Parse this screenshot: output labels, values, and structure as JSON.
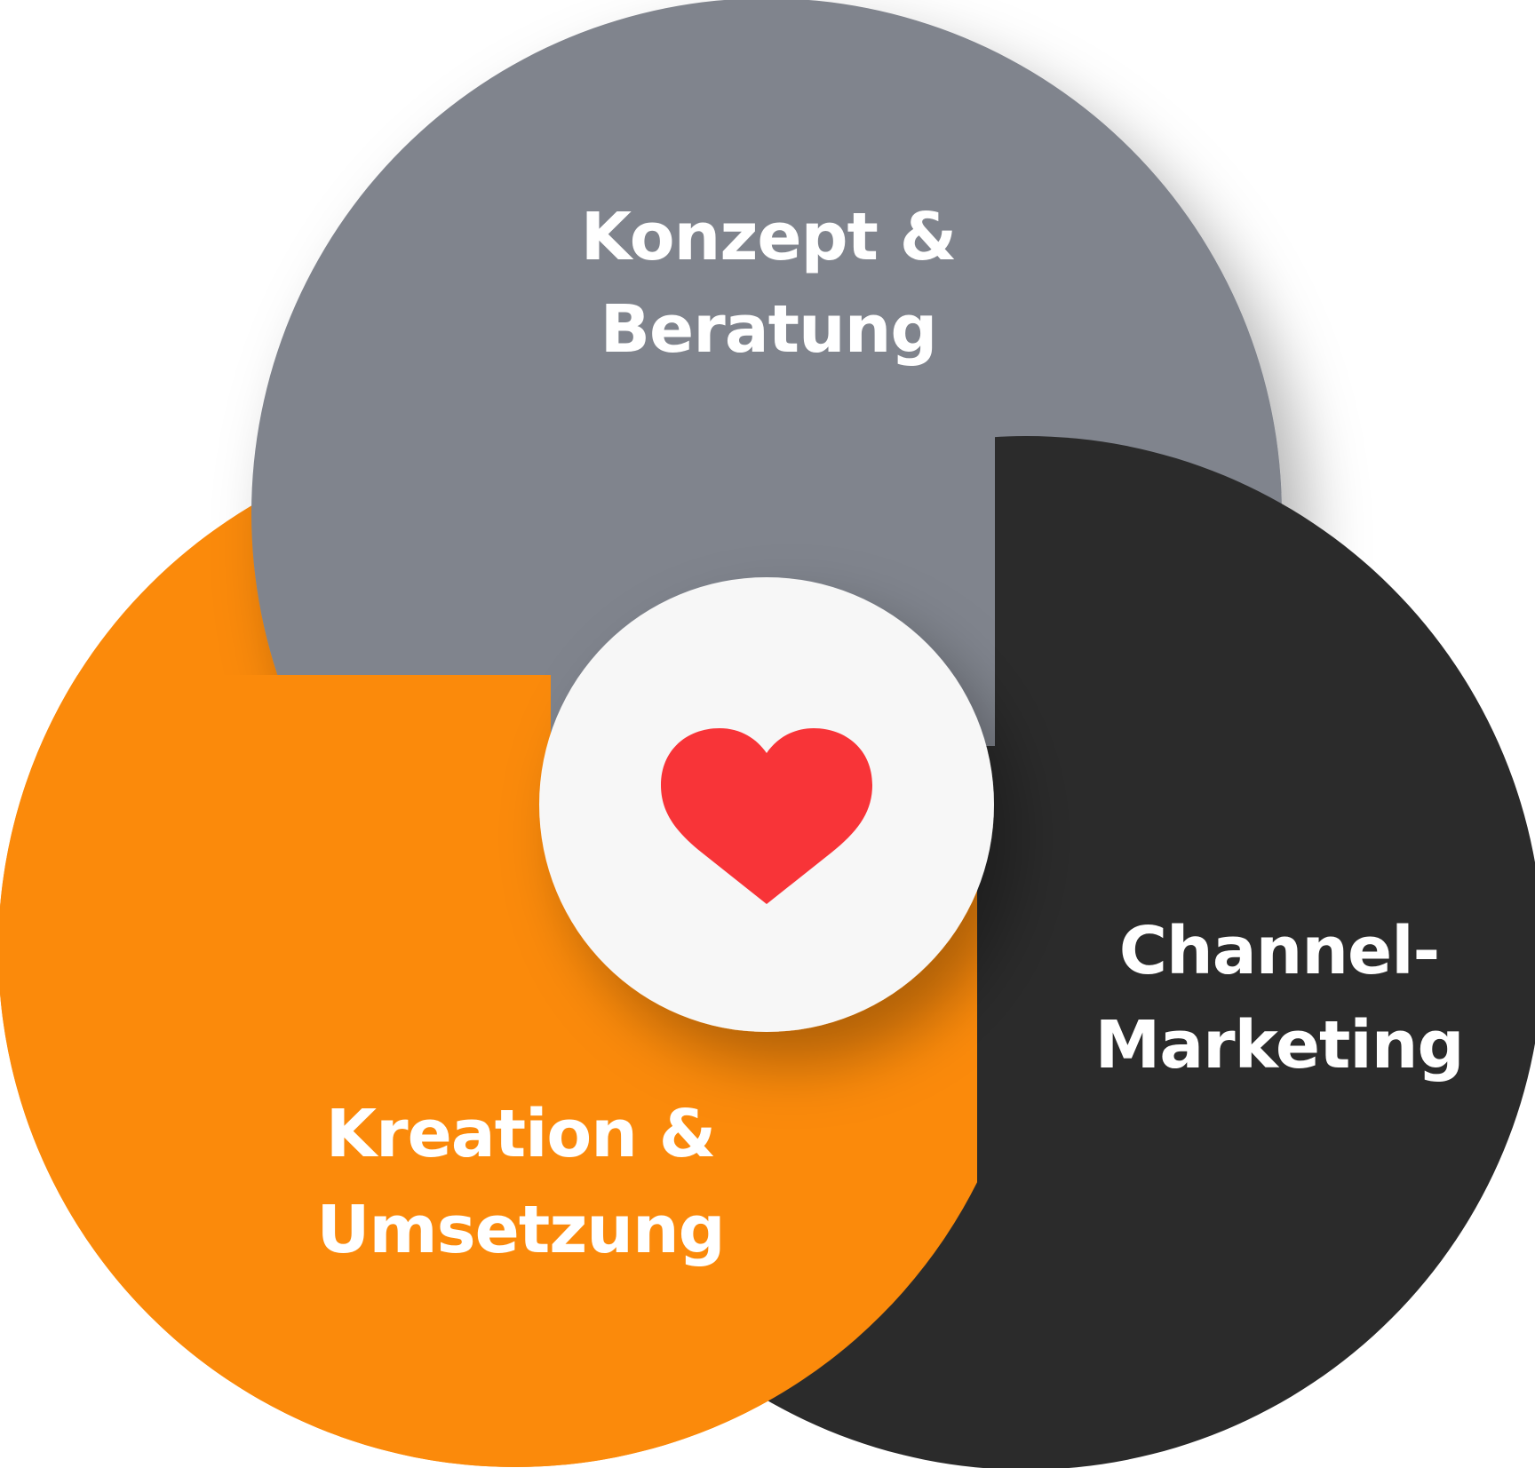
{
  "diagram": {
    "circles": {
      "konzept": {
        "line1": "Konzept &",
        "line2": "Beratung",
        "color": "#80848D"
      },
      "kreation": {
        "line1": "Kreation &",
        "line2": "Umsetzung",
        "color": "#FB8A0B"
      },
      "channel": {
        "line1": "Channel-",
        "line2": "Marketing",
        "color": "#2B2B2B"
      }
    },
    "center": {
      "fill": "#F7F7F7",
      "icon": "heart-icon",
      "icon_color": "#F83438"
    }
  }
}
